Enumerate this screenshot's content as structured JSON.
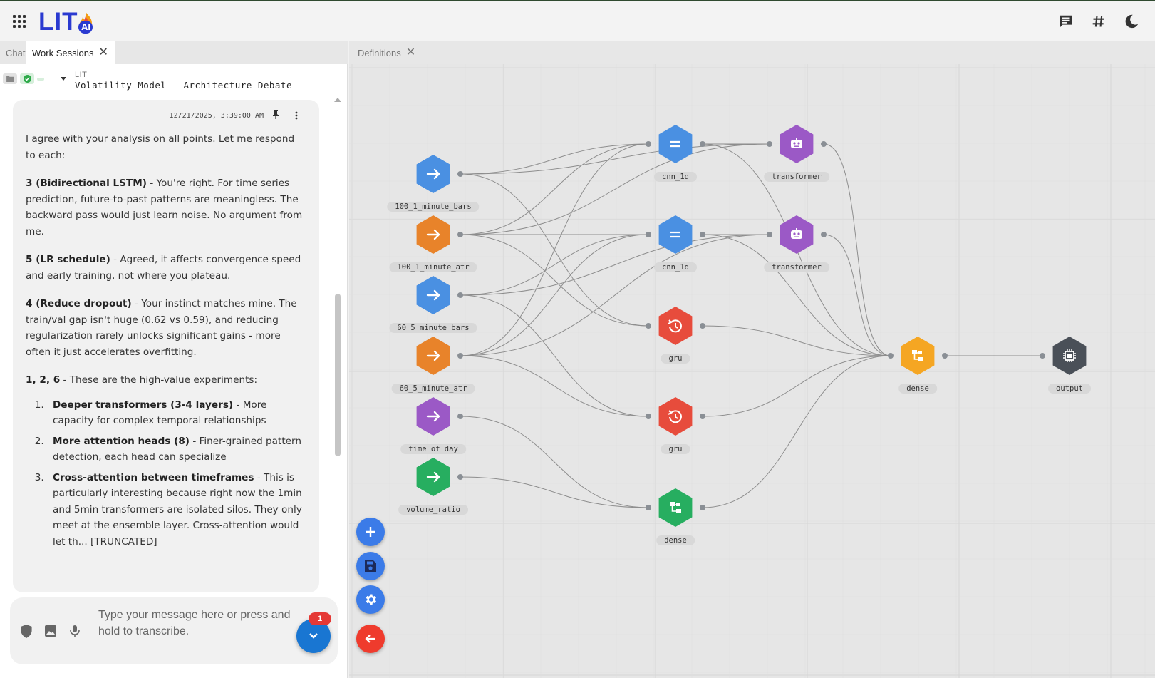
{
  "app": {
    "logo_text": "LIT",
    "logo_badge": "AI",
    "brand_color": "#2a3ad0",
    "icons": [
      "apps-grid-icon",
      "chat-icon",
      "hashtag-icon",
      "dark-mode-moon-icon"
    ]
  },
  "left_tabs": [
    {
      "label": "Chat",
      "active": false
    },
    {
      "label": "Work Sessions",
      "active": true
    }
  ],
  "right_tabs": [
    {
      "label": "Definitions"
    }
  ],
  "session": {
    "source": "LIT",
    "title": "Volatility Model — Architecture Debate"
  },
  "message": {
    "timestamp": "12/21/2025, 3:39:00 AM",
    "intro": "I agree with your analysis on all points. Let me respond to each:",
    "p1_bold": "3 (Bidirectional LSTM)",
    "p1_text": " - You're right. For time series prediction, future-to-past patterns are meaningless. The backward pass would just learn noise. No argument from me.",
    "p2_bold": "5 (LR schedule)",
    "p2_text": " - Agreed, it affects convergence speed and early training, not where you plateau.",
    "p3_bold": "4 (Reduce dropout)",
    "p3_text": " - Your instinct matches mine. The train/val gap isn't huge (0.62 vs 0.59), and reducing regularization rarely unlocks significant gains - more often it just accelerates overfitting.",
    "p4_bold": "1, 2, 6",
    "p4_text": " - These are the high-value experiments:",
    "list": [
      {
        "bold": "Deeper transformers (3-4 layers)",
        "text": " - More capacity for complex temporal relationships"
      },
      {
        "bold": "More attention heads (8)",
        "text": " - Finer-grained pattern detection, each head can specialize"
      },
      {
        "bold": "Cross-attention between timeframes",
        "text": " - This is particularly interesting because right now the 1min and 5min transformers are isolated silos. They only meet at the ensemble layer. Cross-attention would let th... [TRUNCATED]"
      }
    ]
  },
  "composer": {
    "placeholder": "Type your message here or press and hold to transcribe.",
    "unread_badge": "1"
  },
  "graph": {
    "nodes": [
      {
        "id": "in1",
        "label": "100_1_minute_bars",
        "color": "#4a90e2",
        "icon": "arrow-right-icon"
      },
      {
        "id": "in2",
        "label": "100_1_minute_atr",
        "color": "#e8832a",
        "icon": "arrow-right-icon"
      },
      {
        "id": "in3",
        "label": "60_5_minute_bars",
        "color": "#4a90e2",
        "icon": "arrow-right-icon"
      },
      {
        "id": "in4",
        "label": "60_5_minute_atr",
        "color": "#e8832a",
        "icon": "arrow-right-icon"
      },
      {
        "id": "in5",
        "label": "time_of_day",
        "color": "#9b59c6",
        "icon": "arrow-right-icon"
      },
      {
        "id": "in6",
        "label": "volume_ratio",
        "color": "#27ae60",
        "icon": "arrow-right-icon"
      },
      {
        "id": "cnn1",
        "label": "cnn_1d",
        "color": "#4a90e2",
        "icon": "equals-icon"
      },
      {
        "id": "cnn2",
        "label": "cnn_1d",
        "color": "#4a90e2",
        "icon": "equals-icon"
      },
      {
        "id": "gru1",
        "label": "gru",
        "color": "#e74c3c",
        "icon": "history-icon"
      },
      {
        "id": "gru2",
        "label": "gru",
        "color": "#e74c3c",
        "icon": "history-icon"
      },
      {
        "id": "dense1",
        "label": "dense",
        "color": "#27ae60",
        "icon": "hierarchy-icon"
      },
      {
        "id": "tr1",
        "label": "transformer",
        "color": "#9b59c6",
        "icon": "robot-icon"
      },
      {
        "id": "tr2",
        "label": "transformer",
        "color": "#9b59c6",
        "icon": "robot-icon"
      },
      {
        "id": "dense2",
        "label": "dense",
        "color": "#f5a623",
        "icon": "hierarchy-icon"
      },
      {
        "id": "out",
        "label": "output",
        "color": "#4a5058",
        "icon": "chip-icon"
      }
    ],
    "edges": [
      [
        "in1",
        "cnn1"
      ],
      [
        "in1",
        "tr1"
      ],
      [
        "in1",
        "gru1"
      ],
      [
        "in2",
        "cnn1"
      ],
      [
        "in2",
        "tr1"
      ],
      [
        "in2",
        "gru1"
      ],
      [
        "in3",
        "cnn2"
      ],
      [
        "in3",
        "tr2"
      ],
      [
        "in3",
        "gru2"
      ],
      [
        "in4",
        "cnn2"
      ],
      [
        "in4",
        "tr2"
      ],
      [
        "in4",
        "gru2"
      ],
      [
        "in5",
        "dense1"
      ],
      [
        "in6",
        "dense1"
      ],
      [
        "in2",
        "cnn2"
      ],
      [
        "in4",
        "cnn1"
      ],
      [
        "cnn1",
        "tr1"
      ],
      [
        "cnn2",
        "tr2"
      ],
      [
        "cnn1",
        "dense2"
      ],
      [
        "cnn2",
        "dense2"
      ],
      [
        "tr1",
        "dense2"
      ],
      [
        "tr2",
        "dense2"
      ],
      [
        "gru1",
        "dense2"
      ],
      [
        "gru2",
        "dense2"
      ],
      [
        "dense1",
        "dense2"
      ],
      [
        "dense2",
        "out"
      ]
    ]
  },
  "fabs": [
    {
      "name": "add-node-button",
      "icon": "plus-icon"
    },
    {
      "name": "save-graph-button",
      "icon": "save-icon"
    },
    {
      "name": "graph-settings-button",
      "icon": "gear-icon"
    },
    {
      "name": "back-button",
      "icon": "arrow-left-icon"
    }
  ]
}
